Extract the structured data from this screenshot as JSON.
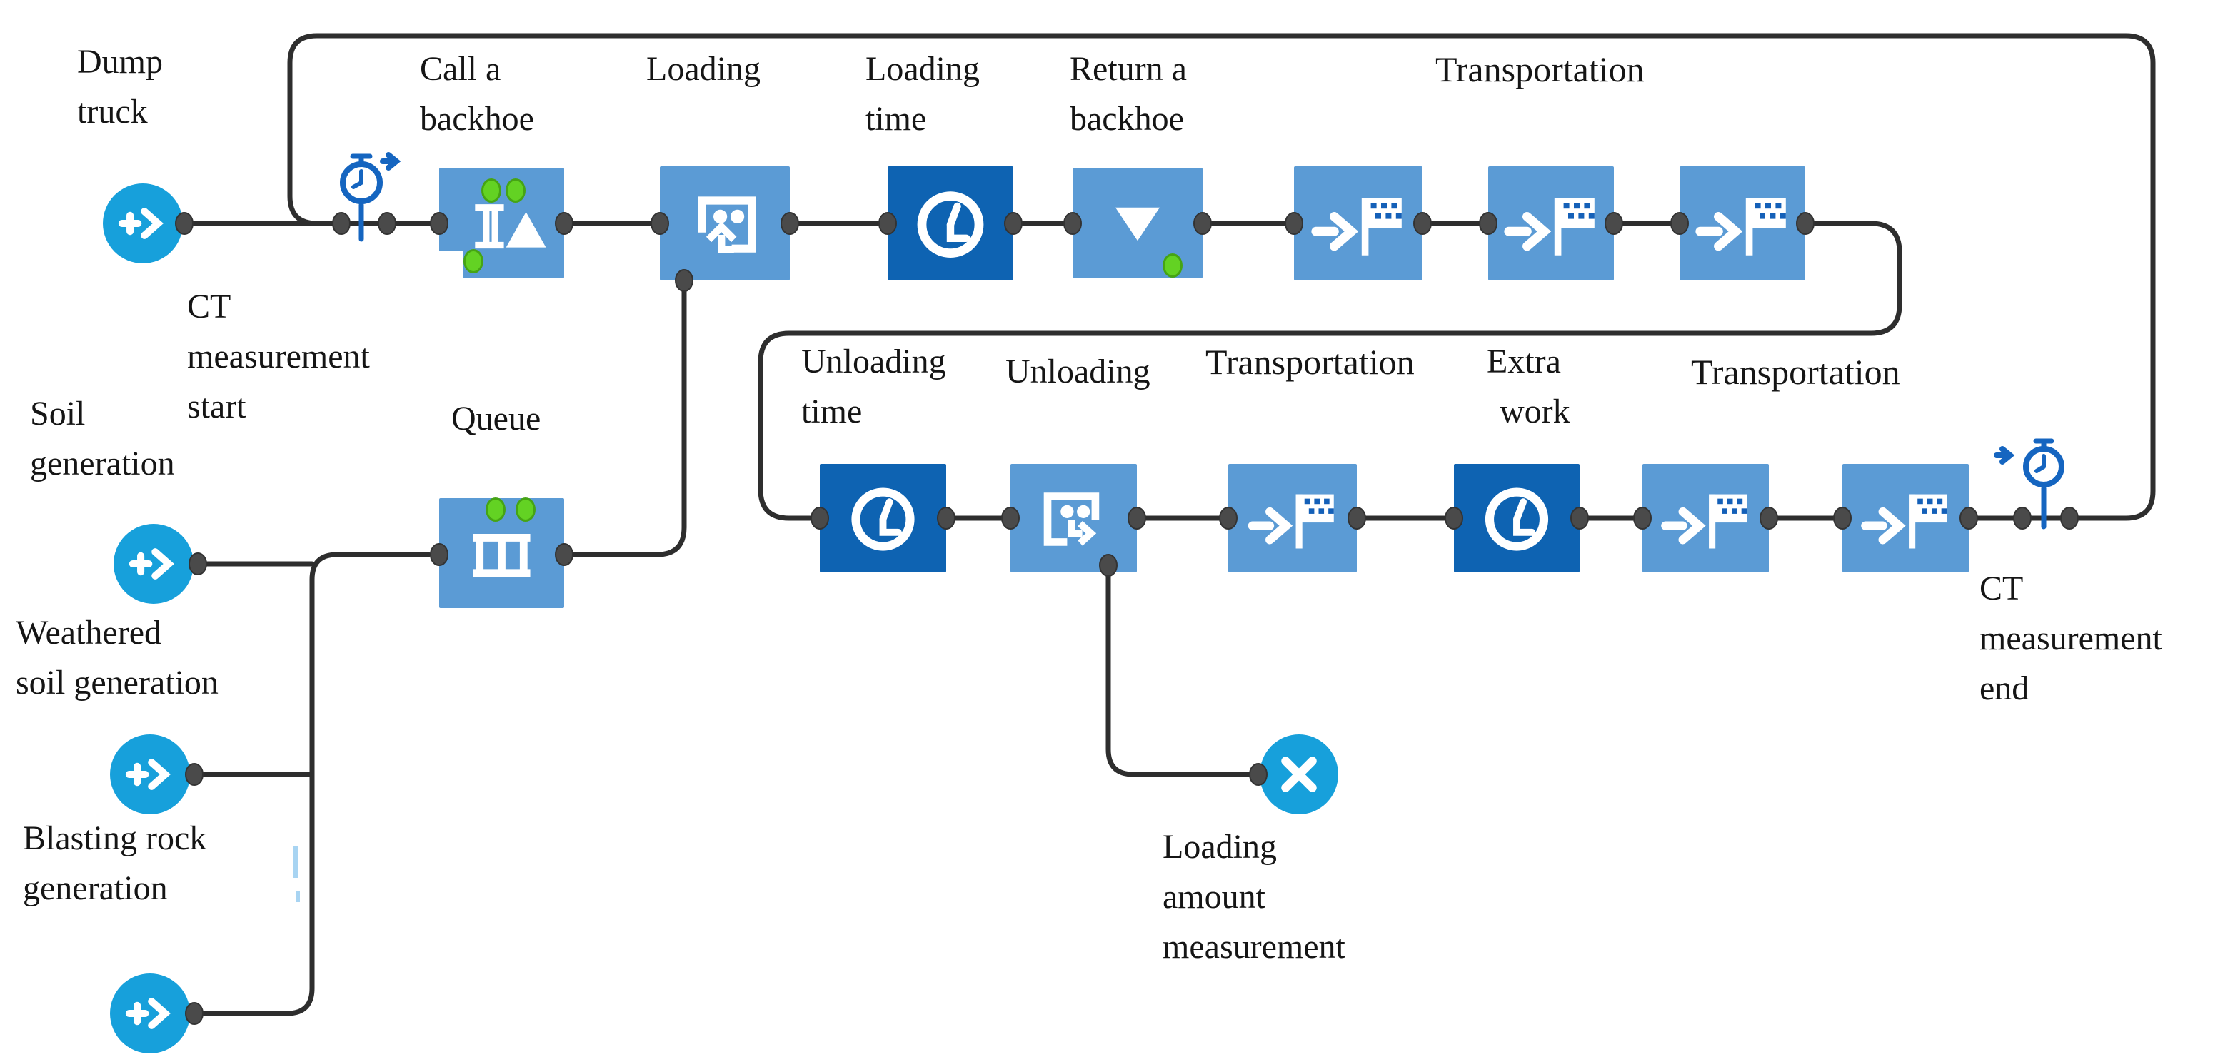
{
  "diagram_type": "discrete-event simulation process flowchart (earthmoving dump truck cycle)",
  "colors": {
    "block_light": "#5B9BD5",
    "block_dark": "#0E63B2",
    "source_circle": "#17A0DB",
    "green_indicator": "#63D223",
    "wire": "#2E2E2E",
    "stopwatch_blue": "#1565C0",
    "port_gray": "#4A4A4A",
    "flag_dots": "#1460B8"
  },
  "icons": {
    "source-icon": "+›",
    "sink-icon": "✕",
    "seize-icon": "double-bar rack + white triangle",
    "pickup-icon": "open frame, two dots, up arrow",
    "dropoff-icon": "open frame, two dots, down-right arrow",
    "delay-icon": "white clock",
    "release-icon": "white down triangle",
    "move-to-icon": "arrow → checkered flag",
    "queue-icon": "white slotted rack",
    "time-measure-start-icon": "stopwatch with outgoing arrow",
    "time-measure-end-icon": "incoming arrow into stopwatch",
    "status-dot": "green ellipse"
  },
  "nodes": {
    "dump_truck": {
      "label": "Dump truck",
      "lines": [
        "Dump",
        "truck"
      ],
      "type": "source"
    },
    "ct_start": {
      "label": "CT measurement start",
      "lines": [
        "CT",
        "measurement",
        "start"
      ],
      "type": "time_measure_start"
    },
    "call_backhoe": {
      "label": "Call a backhoe",
      "lines": [
        "Call a",
        "backhoe"
      ],
      "type": "seize"
    },
    "loading": {
      "label": "Loading",
      "lines": [
        "Loading"
      ],
      "type": "pickup"
    },
    "loading_time": {
      "label": "Loading time",
      "lines": [
        "Loading",
        "time"
      ],
      "type": "delay"
    },
    "return_backhoe": {
      "label": "Return a backhoe",
      "lines": [
        "Return a",
        "backhoe"
      ],
      "type": "release"
    },
    "transportation_top": {
      "label": "Transportation",
      "lines": [
        "Transportation"
      ],
      "type": "move_to",
      "block_count": 3
    },
    "queue": {
      "label": "Queue",
      "lines": [
        "Queue"
      ],
      "type": "queue"
    },
    "soil_generation": {
      "label": "Soil generation",
      "lines": [
        "Soil",
        "generation"
      ],
      "type": "source"
    },
    "weathered_soil_generation": {
      "label": "Weathered soil generation",
      "lines": [
        "Weathered",
        "soil generation"
      ],
      "type": "source"
    },
    "blasting_rock_generation": {
      "label": "Blasting rock generation",
      "lines": [
        "Blasting rock",
        "generation"
      ],
      "type": "source"
    },
    "unloading_time": {
      "label": "Unloading time",
      "lines": [
        "Unloading",
        "time"
      ],
      "type": "delay"
    },
    "unloading": {
      "label": "Unloading",
      "lines": [
        "Unloading"
      ],
      "type": "dropoff"
    },
    "transportation_mid": {
      "label": "Transportation",
      "lines": [
        "Transportation"
      ],
      "type": "move_to",
      "block_count": 1
    },
    "extra_work": {
      "label": "Extra work",
      "lines": [
        "Extra",
        "work"
      ],
      "type": "delay"
    },
    "transportation_right": {
      "label": "Transportation",
      "lines": [
        "Transportation"
      ],
      "type": "move_to",
      "block_count": 2
    },
    "ct_end": {
      "label": "CT measurement end",
      "lines": [
        "CT",
        "measurement",
        "end"
      ],
      "type": "time_measure_end"
    },
    "loading_amount_measurement": {
      "label": "Loading amount measurement",
      "lines": [
        "Loading",
        "amount",
        "measurement"
      ],
      "type": "sink"
    }
  }
}
